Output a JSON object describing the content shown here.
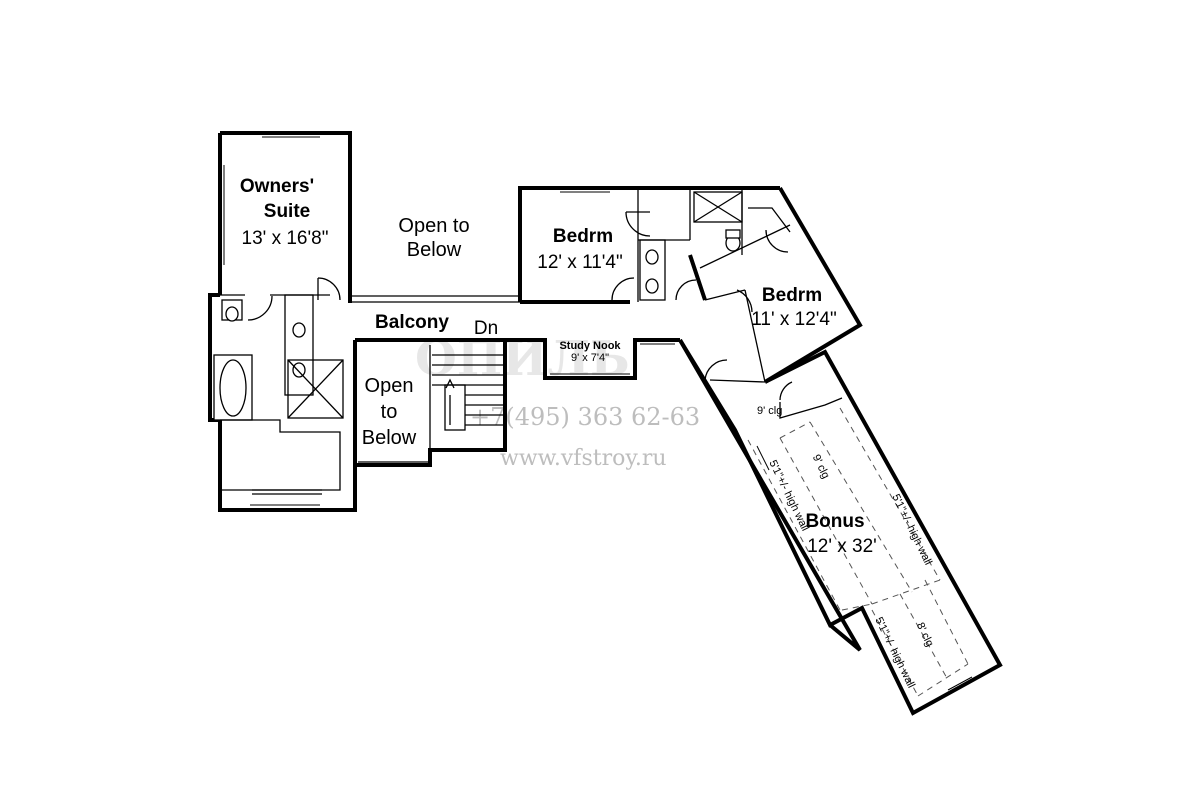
{
  "rooms": {
    "owners_suite": {
      "name_line1": "Owners'",
      "name_line2": "Suite",
      "size": "13' x 16'8\""
    },
    "bedroom_1": {
      "name": "Bedrm",
      "size": "12' x 11'4\""
    },
    "bedroom_2": {
      "name": "Bedrm",
      "size": "11' x 12'4\""
    },
    "bonus": {
      "name": "Bonus",
      "size": "12' x 32'"
    },
    "study_nook": {
      "name": "Study Nook",
      "size": "9' x 7'4\""
    }
  },
  "open_to_below_top": {
    "line1": "Open to",
    "line2": "Below"
  },
  "open_to_below_left": {
    "line1": "Open",
    "line2": "to",
    "line3": "Below"
  },
  "balcony": "Balcony",
  "stair_dn": "Dn",
  "ceiling_notes": {
    "nine_clg_top": "9' clg",
    "nine_clg_bonus": "9' clg",
    "eight_clg": "8' clg"
  },
  "wall_notes": {
    "left_upper": "5'1\"+/- high wall",
    "right_upper": "5'1\"+/- high wall",
    "left_lower": "5'1\"+/- high wall"
  },
  "watermark": {
    "phone": "+7(495) 363 62-63",
    "site": "www.vfstroy.ru"
  }
}
